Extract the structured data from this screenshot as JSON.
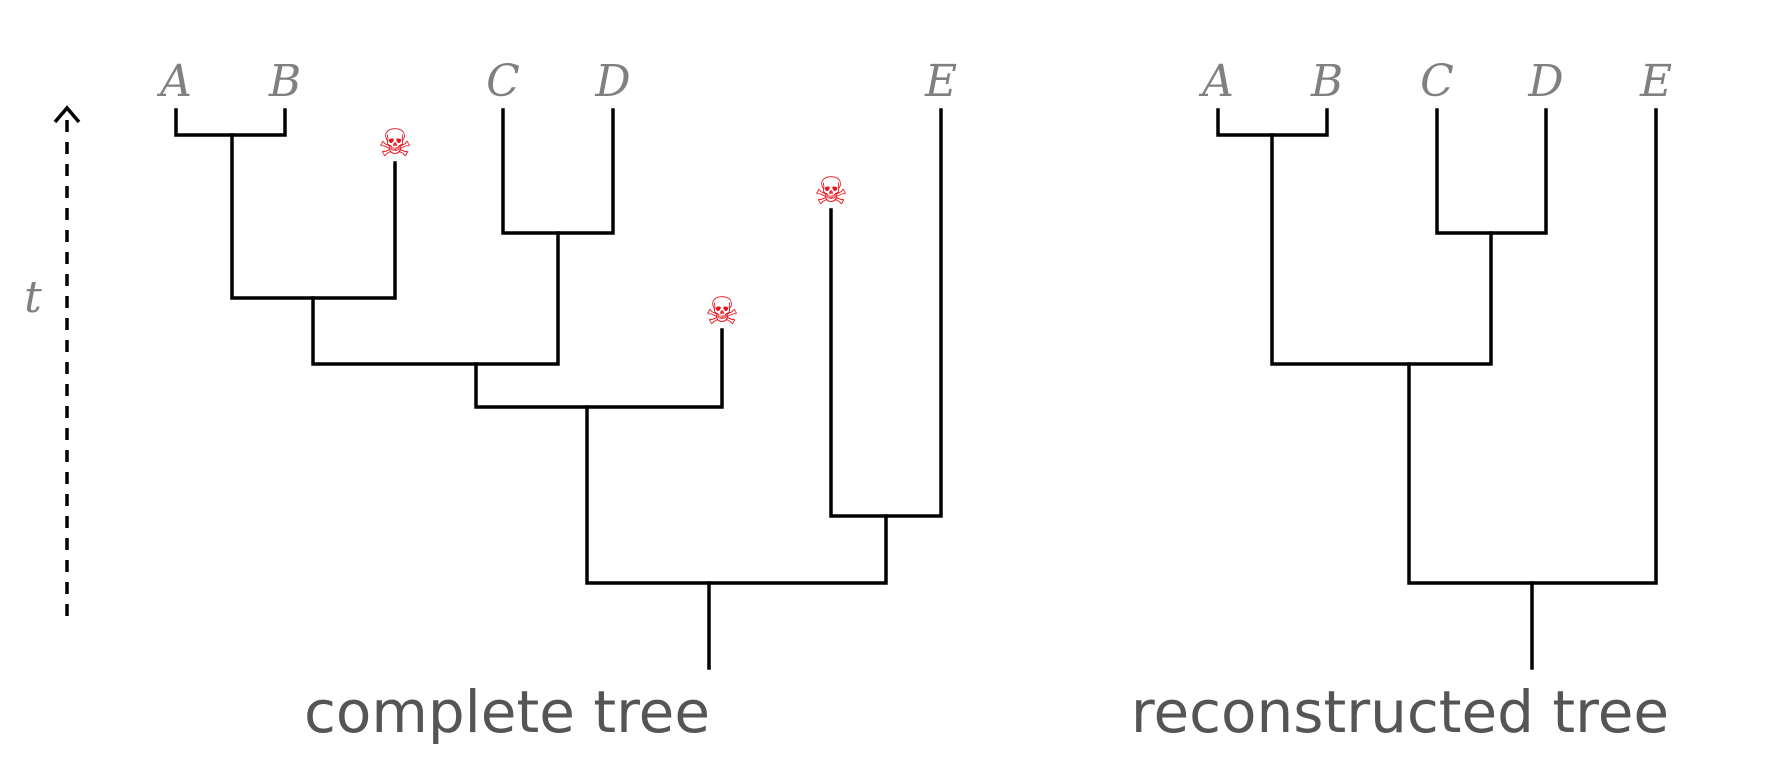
{
  "time_axis": {
    "label": "t"
  },
  "complete_tree": {
    "caption": "complete tree",
    "leaves": [
      "A",
      "B",
      "C",
      "D",
      "E"
    ],
    "extinct_marker": "skull-and-crossbones"
  },
  "reconstructed_tree": {
    "caption": "reconstructed tree",
    "leaves": [
      "A",
      "B",
      "C",
      "D",
      "E"
    ]
  },
  "colors": {
    "extinct": "#e8101a",
    "label": "#808080",
    "branch": "#000000"
  }
}
